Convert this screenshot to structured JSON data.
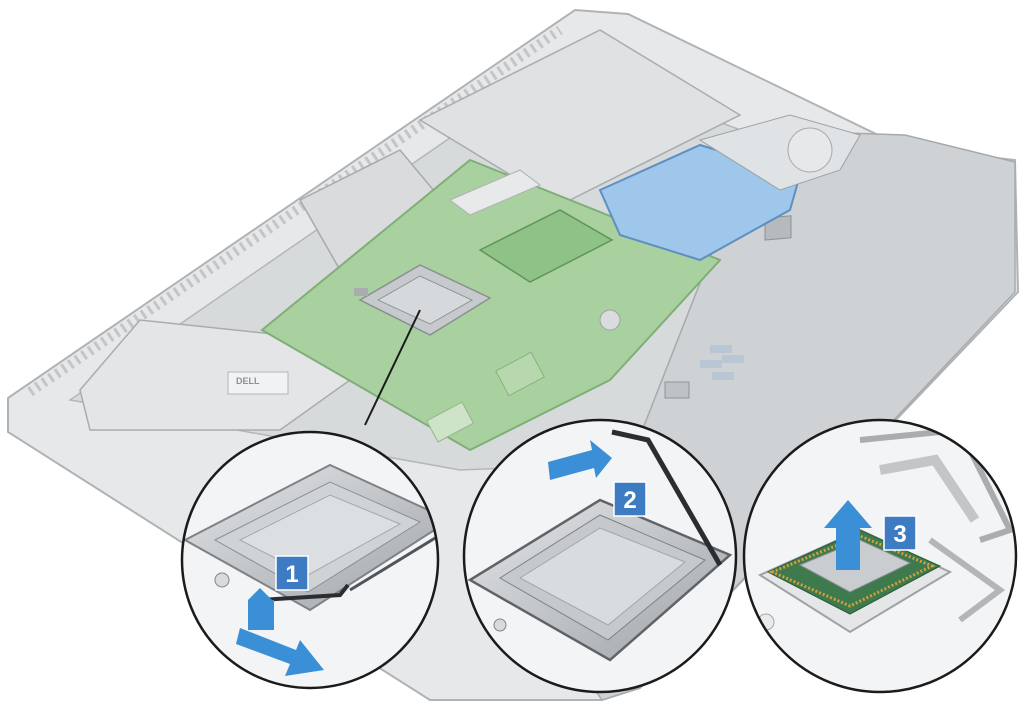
{
  "figure": {
    "logo_text": "DELL",
    "colors": {
      "background": "#ffffff",
      "chassis_fill": "#dcdedf",
      "chassis_stroke": "#a9acae",
      "board_green": "#a7cf9d",
      "board_green_dark": "#7fb475",
      "hdd_blue": "#9cc3e8",
      "step_badge": "#3d7cc3",
      "arrow_blue": "#3b8fd6",
      "metal": "#b9bdc0",
      "metal_dark": "#6f7478",
      "cpu_top": "#c9cdd0",
      "cpu_substrate": "#3e7a4e",
      "cpu_pads": "#d2a03c"
    },
    "steps": [
      {
        "label": "1",
        "description_icon": "lever-release-arrow-icon"
      },
      {
        "label": "2",
        "description_icon": "lever-lift-arrow-icon"
      },
      {
        "label": "3",
        "description_icon": "processor-lift-arrow-icon"
      }
    ]
  }
}
